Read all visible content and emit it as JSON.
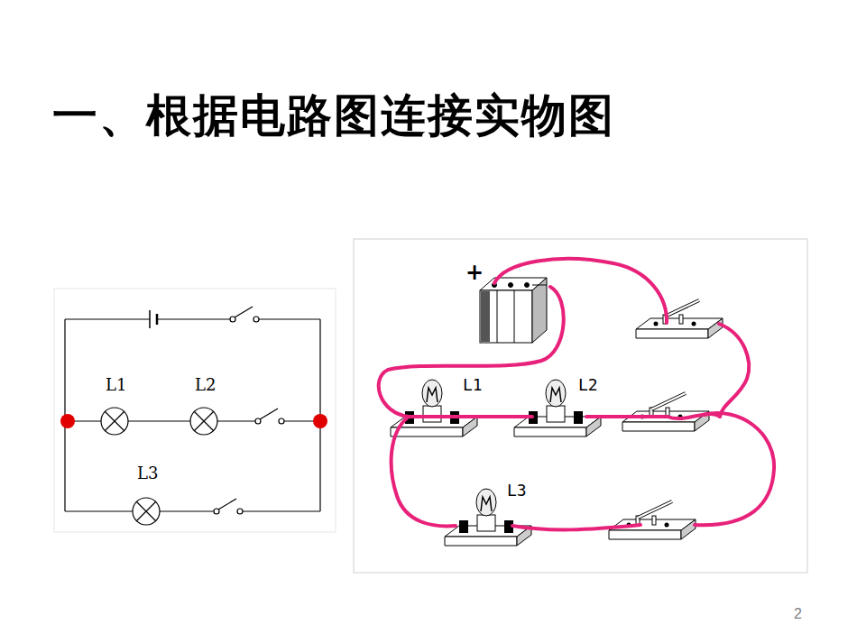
{
  "diagram": {
    "title": "一、根据电路图连接实物图",
    "labels": [
      "L1",
      "L2",
      "L3",
      "+",
      "L1",
      "L2",
      "L3",
      "2"
    ]
  }
}
